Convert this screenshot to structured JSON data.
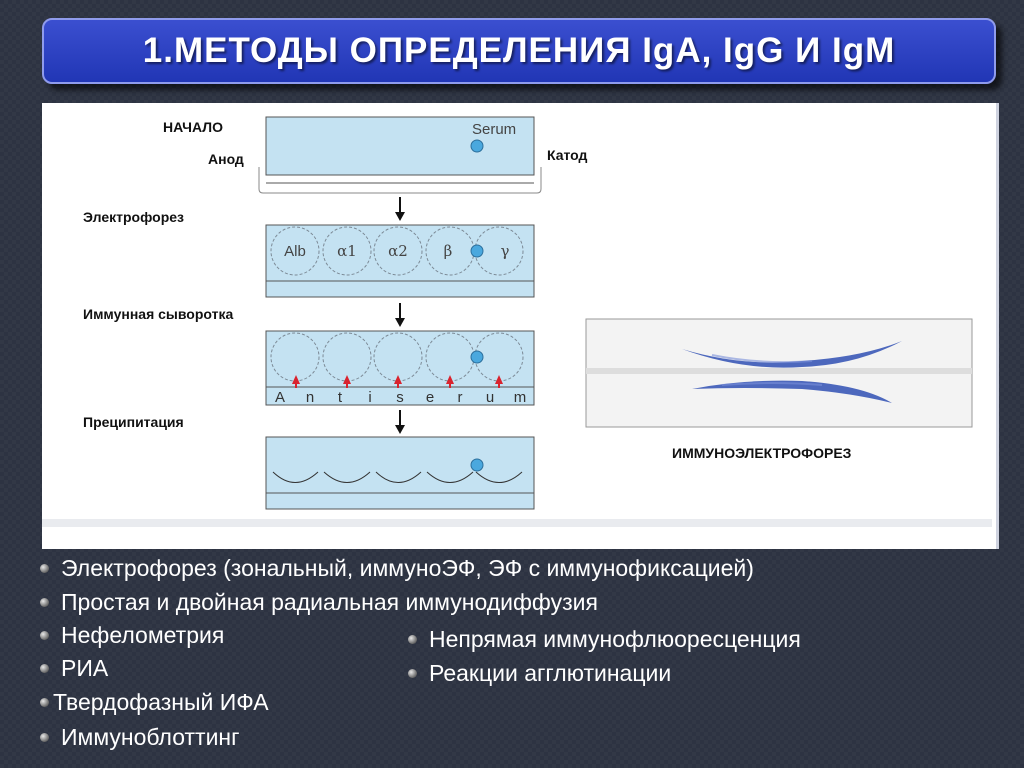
{
  "title": "1.МЕТОДЫ ОПРЕДЕЛЕНИЯ IgA, IgG И IgM",
  "diagram": {
    "start_label": "НАЧАЛО",
    "anode_label": "Анод",
    "cathode_label": "Катод",
    "serum_label": "Serum",
    "step1_label": "Электрофорез",
    "step2_label": "Иммунная сыворотка",
    "step3_label": "Преципитация",
    "fractions": [
      "Alb",
      "α1",
      "α2",
      "β",
      "γ"
    ],
    "antiserum_letters": [
      "A",
      "n",
      "t",
      "i",
      "s",
      "e",
      "r",
      "u",
      "m"
    ],
    "result_caption": "ИММУНОЭЛЕКТРОФОРЕЗ",
    "colors": {
      "gel": "#c4e2f2",
      "spot": "#4aa8de",
      "arrow": "#d9232e",
      "band": "#2f4fb3"
    }
  },
  "methods_left": [
    "Электрофорез (зональный, иммуноЭФ, ЭФ с иммунофиксацией)",
    "Простая и двойная радиальная иммунодиффузия",
    "Нефелометрия",
    "РИА",
    "Твердофазный ИФА",
    "Иммуноблоттинг"
  ],
  "methods_right": [
    "Непрямая иммунофлюоресценция",
    "Реакции агглютинации"
  ]
}
